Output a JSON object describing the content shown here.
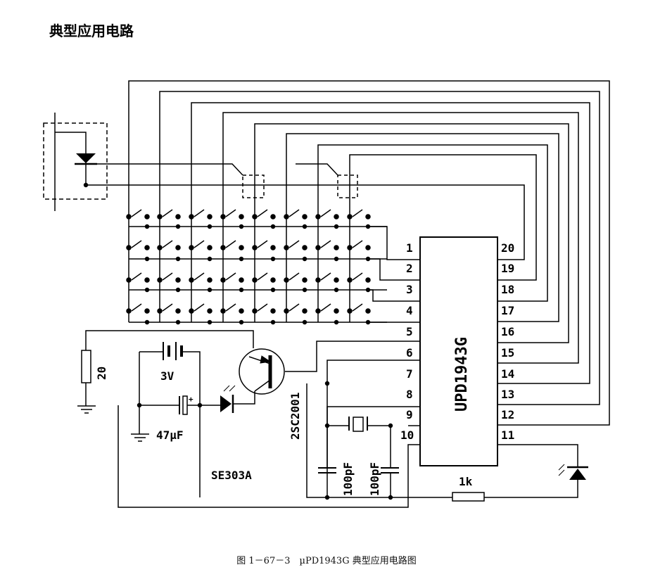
{
  "heading": "典型应用电路",
  "caption": "图 1－67－3　µPD1943G 典型应用电路图",
  "ic": {
    "name": "UPD1943G",
    "left_pins": [
      "1",
      "2",
      "3",
      "4",
      "5",
      "6",
      "7",
      "8",
      "9",
      "10"
    ],
    "right_pins": [
      "20",
      "19",
      "18",
      "17",
      "16",
      "15",
      "14",
      "13",
      "12",
      "11"
    ]
  },
  "components": {
    "resistor_left": "20",
    "battery": "3V",
    "capacitor": "47µF",
    "transistor": "2SC2001",
    "led_module": "SE303A",
    "cap_1": "100pF",
    "cap_2": "100pF",
    "resistor_bottom": "1k"
  },
  "icons": [
    "switch-matrix",
    "diode",
    "led",
    "transistor",
    "battery",
    "crystal",
    "ground"
  ]
}
